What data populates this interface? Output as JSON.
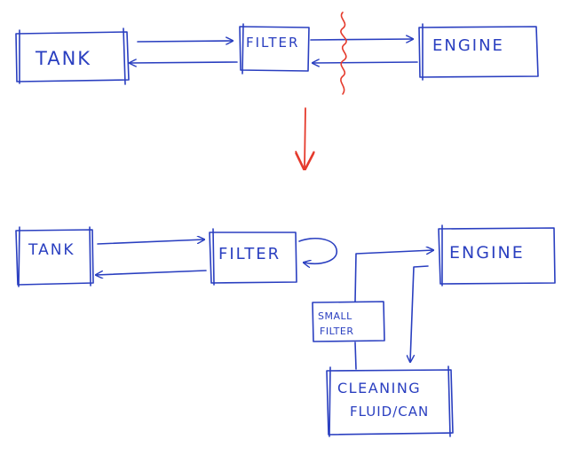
{
  "colors": {
    "ink": "#2a3fc0",
    "highlight": "#e53a2c",
    "background": "#ffffff"
  },
  "top_diagram": {
    "tank": "TANK",
    "filter": "FILTER",
    "engine": "ENGINE"
  },
  "bottom_diagram": {
    "tank": "TANK",
    "filter": "FILTER",
    "engine": "ENGINE",
    "small_filter": [
      "SMALL",
      "FILTER"
    ],
    "cleaning_fluid": [
      "CLEANING",
      "FLUID/CAN"
    ]
  }
}
